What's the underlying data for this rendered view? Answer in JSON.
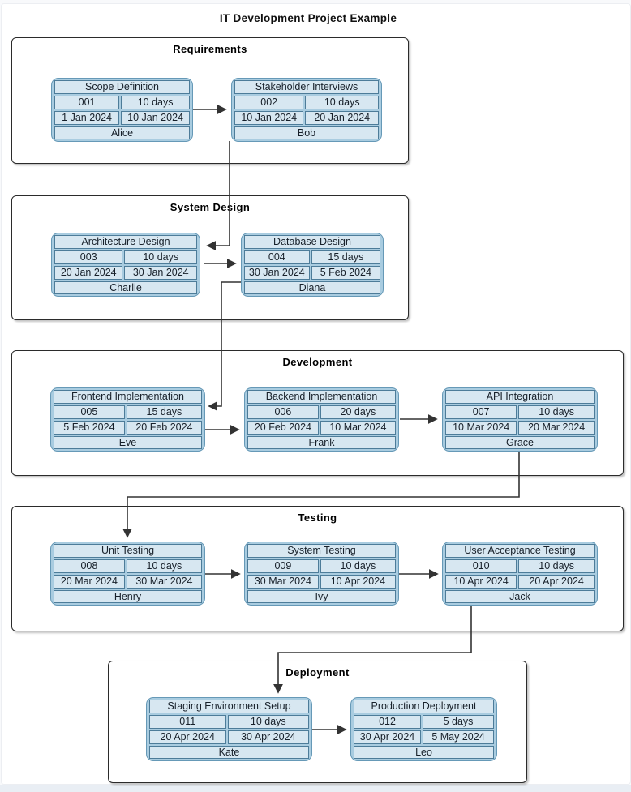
{
  "title": "IT Development Project Example",
  "colors": {
    "card_fill": "#d7e7f1",
    "card_rim": "#a9cce0",
    "card_border": "#4d7c99",
    "phase_border": "#2b2b2b",
    "edge": "#333333",
    "background": "#ffffff",
    "bottom_strip": "#e9eef4"
  },
  "phases": [
    {
      "name": "Requirements",
      "tasks": [
        {
          "title": "Scope Definition",
          "id": "001",
          "duration": "10 days",
          "start": "1 Jan 2024",
          "end": "10 Jan 2024",
          "assignee": "Alice"
        },
        {
          "title": "Stakeholder Interviews",
          "id": "002",
          "duration": "10 days",
          "start": "10 Jan 2024",
          "end": "20 Jan 2024",
          "assignee": "Bob"
        }
      ]
    },
    {
      "name": "System Design",
      "tasks": [
        {
          "title": "Architecture Design",
          "id": "003",
          "duration": "10 days",
          "start": "20 Jan 2024",
          "end": "30 Jan 2024",
          "assignee": "Charlie"
        },
        {
          "title": "Database Design",
          "id": "004",
          "duration": "15 days",
          "start": "30 Jan 2024",
          "end": "5 Feb 2024",
          "assignee": "Diana"
        }
      ]
    },
    {
      "name": "Development",
      "tasks": [
        {
          "title": "Frontend Implementation",
          "id": "005",
          "duration": "15 days",
          "start": "5 Feb 2024",
          "end": "20 Feb 2024",
          "assignee": "Eve"
        },
        {
          "title": "Backend Implementation",
          "id": "006",
          "duration": "20 days",
          "start": "20 Feb 2024",
          "end": "10 Mar 2024",
          "assignee": "Frank"
        },
        {
          "title": "API Integration",
          "id": "007",
          "duration": "10 days",
          "start": "10 Mar 2024",
          "end": "20 Mar 2024",
          "assignee": "Grace"
        }
      ]
    },
    {
      "name": "Testing",
      "tasks": [
        {
          "title": "Unit Testing",
          "id": "008",
          "duration": "10 days",
          "start": "20 Mar 2024",
          "end": "30 Mar 2024",
          "assignee": "Henry"
        },
        {
          "title": "System Testing",
          "id": "009",
          "duration": "10 days",
          "start": "30 Mar 2024",
          "end": "10 Apr 2024",
          "assignee": "Ivy"
        },
        {
          "title": "User Acceptance Testing",
          "id": "010",
          "duration": "10 days",
          "start": "10 Apr 2024",
          "end": "20 Apr 2024",
          "assignee": "Jack"
        }
      ]
    },
    {
      "name": "Deployment",
      "tasks": [
        {
          "title": "Staging Environment Setup",
          "id": "011",
          "duration": "10 days",
          "start": "20 Apr 2024",
          "end": "30 Apr 2024",
          "assignee": "Kate"
        },
        {
          "title": "Production Deployment",
          "id": "012",
          "duration": "5 days",
          "start": "30 Apr 2024",
          "end": "5 May 2024",
          "assignee": "Leo"
        }
      ]
    }
  ],
  "edges": [
    {
      "from": "001",
      "to": "002"
    },
    {
      "from": "002",
      "to": "003"
    },
    {
      "from": "003",
      "to": "004"
    },
    {
      "from": "004",
      "to": "005"
    },
    {
      "from": "005",
      "to": "006"
    },
    {
      "from": "006",
      "to": "007"
    },
    {
      "from": "007",
      "to": "008"
    },
    {
      "from": "008",
      "to": "009"
    },
    {
      "from": "009",
      "to": "010"
    },
    {
      "from": "010",
      "to": "011"
    },
    {
      "from": "011",
      "to": "012"
    }
  ]
}
